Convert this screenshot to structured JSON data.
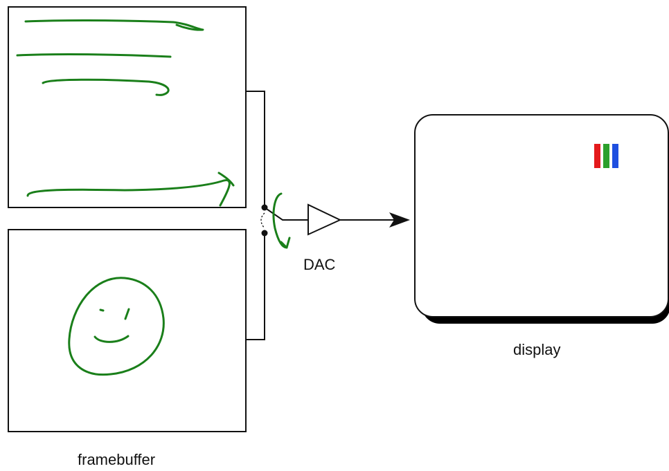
{
  "labels": {
    "dac": "DAC",
    "display": "display",
    "framebuffer": "framebuffer"
  },
  "colors": {
    "line": "#111111",
    "annotation": "#1a7f1a",
    "shadow": "#000000",
    "rgb_red": "#e41a1c",
    "rgb_green": "#2ca02c",
    "rgb_blue": "#1f4fe0"
  },
  "icons": {
    "rgb_stripes": "rgb-stripes-icon",
    "arrow": "arrow-head-icon",
    "amplifier": "triangle-amplifier-icon"
  }
}
